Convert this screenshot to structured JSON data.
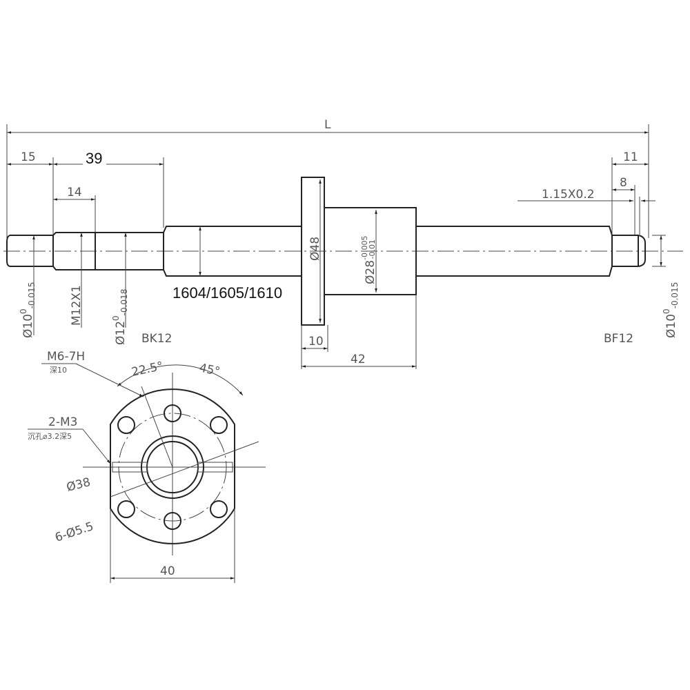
{
  "drawing": {
    "overall_length": "L",
    "dims": {
      "d15": "15",
      "d39": "39",
      "d14": "14",
      "d11": "11",
      "d8": "8",
      "groove": "1.15X0.2",
      "d10": "10",
      "d42": "42",
      "d40": "40"
    },
    "diameters": {
      "left_end": "Ø10",
      "left_end_tol_up": "0",
      "left_end_tol_low": "-0.015",
      "thread": "M12X1",
      "bearing": "Ø12",
      "bearing_tol_up": "0",
      "bearing_tol_low": "-0.018",
      "flange": "Ø48",
      "nut": "Ø28",
      "nut_tol_up": "-0.005",
      "nut_tol_low": "-0.01",
      "right_end": "Ø10",
      "right_end_tol_up": "0",
      "right_end_tol_low": "-0.015"
    },
    "model": "1604/1605/1610",
    "left_support": "BK12",
    "right_support": "BF12",
    "flange_view": {
      "tap": "M6-7H",
      "tap_depth": "深10",
      "screws": "2-M3",
      "screws_note": "沉孔⌀3.2深5",
      "angle1": "22.5°",
      "angle2": "45°",
      "pcd": "Ø38",
      "holes": "6-Ø5.5"
    }
  }
}
